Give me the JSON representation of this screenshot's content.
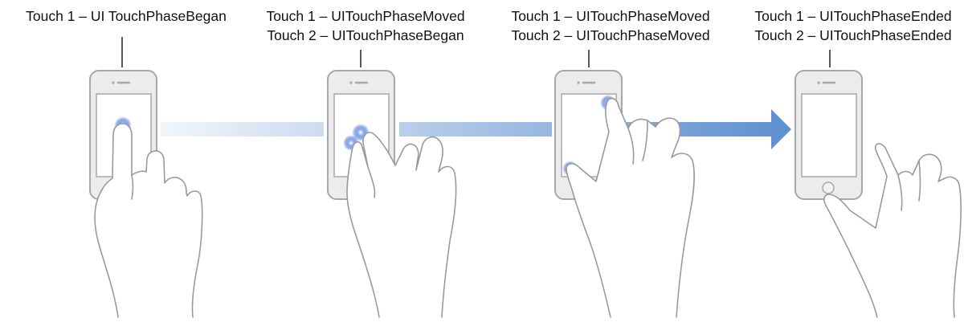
{
  "stages": [
    {
      "lines": [
        "Touch 1 – UI TouchPhaseBegan"
      ]
    },
    {
      "lines": [
        "Touch 1 – UITouchPhaseMoved",
        "Touch 2 – UITouchPhaseBegan"
      ]
    },
    {
      "lines": [
        "Touch 1 – UITouchPhaseMoved",
        "Touch 2 – UITouchPhaseMoved"
      ]
    },
    {
      "lines": [
        "Touch 1 – UITouchPhaseEnded",
        "Touch 2 – UITouchPhaseEnded"
      ]
    }
  ],
  "colors": {
    "arrow_light": "#edf3fa",
    "arrow_dark": "#5d8fcf",
    "outline": "#a8a8a8",
    "phone_body": "#ebebeb",
    "touch_glow": "#3f6fd0"
  }
}
